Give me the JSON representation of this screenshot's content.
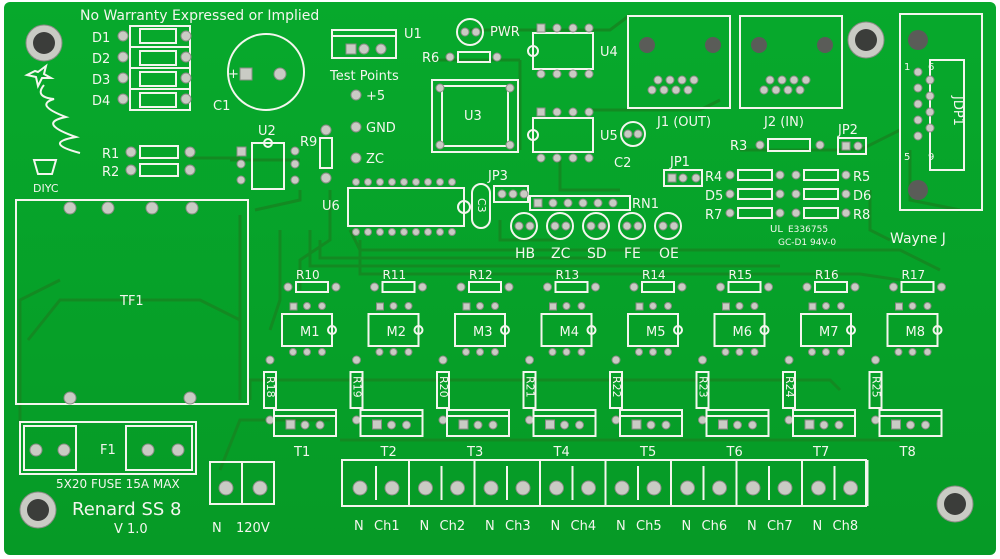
{
  "board": {
    "warranty": "No Warranty Expressed or Implied",
    "title": "Renard SS 8",
    "version": "V 1.0",
    "author": "Wayne J",
    "logo_text": "DIYC",
    "ul_mark": "E336755",
    "ul_code": "GC-D1 94V-0",
    "fuse_note": "5X20 FUSE 15A MAX",
    "colors": {
      "board": "#07a52a",
      "board_dark": "#059124",
      "silk": "#f4f6ee",
      "pad": "#c9cbc4"
    }
  },
  "labels": {
    "d1": "D1",
    "d2": "D2",
    "d3": "D3",
    "d4": "D4",
    "c1": "C1",
    "u1": "U1",
    "u2": "U2",
    "u3": "U3",
    "u4": "U4",
    "u5": "U5",
    "u6": "U6",
    "pwr": "PWR",
    "r6": "R6",
    "r1": "R1",
    "r2": "R2",
    "r3": "R3",
    "r4": "R4",
    "r5": "R5",
    "r7": "R7",
    "r8": "R8",
    "r9": "R9",
    "d5": "D5",
    "d6": "D6",
    "c2": "C2",
    "c3": "C3",
    "jp1": "JP1",
    "jp2": "JP2",
    "jp3": "JP3",
    "rn1": "RN1",
    "j1": "J1 (OUT)",
    "j2": "J2 (IN)",
    "jdp1": "JDP1",
    "tf1": "TF1",
    "f1": "F1",
    "test_points": "Test Points",
    "tp_5": "+5",
    "tp_gnd": "GND",
    "tp_zc": "ZC",
    "led_hb": "HB",
    "led_zc": "ZC",
    "led_sd": "SD",
    "led_fe": "FE",
    "led_oe": "OE",
    "n": "N",
    "v120": "120V",
    "db9_1": "1",
    "db9_6": "6",
    "db9_5": "5",
    "db9_9": "9"
  },
  "channels": [
    {
      "r_top": "R10",
      "m": "M1",
      "r_side": "R18",
      "t": "T1",
      "out": "Ch1"
    },
    {
      "r_top": "R11",
      "m": "M2",
      "r_side": "R19",
      "t": "T2",
      "out": "Ch2"
    },
    {
      "r_top": "R12",
      "m": "M3",
      "r_side": "R20",
      "t": "T3",
      "out": "Ch3"
    },
    {
      "r_top": "R13",
      "m": "M4",
      "r_side": "R21",
      "t": "T4",
      "out": "Ch4"
    },
    {
      "r_top": "R14",
      "m": "M5",
      "r_side": "R22",
      "t": "T5",
      "out": "Ch5"
    },
    {
      "r_top": "R15",
      "m": "M6",
      "r_side": "R23",
      "t": "T6",
      "out": "Ch6"
    },
    {
      "r_top": "R16",
      "m": "M7",
      "r_side": "R24",
      "t": "T7",
      "out": "Ch7"
    },
    {
      "r_top": "R17",
      "m": "M8",
      "r_side": "R25",
      "t": "T8",
      "out": "Ch8"
    }
  ]
}
